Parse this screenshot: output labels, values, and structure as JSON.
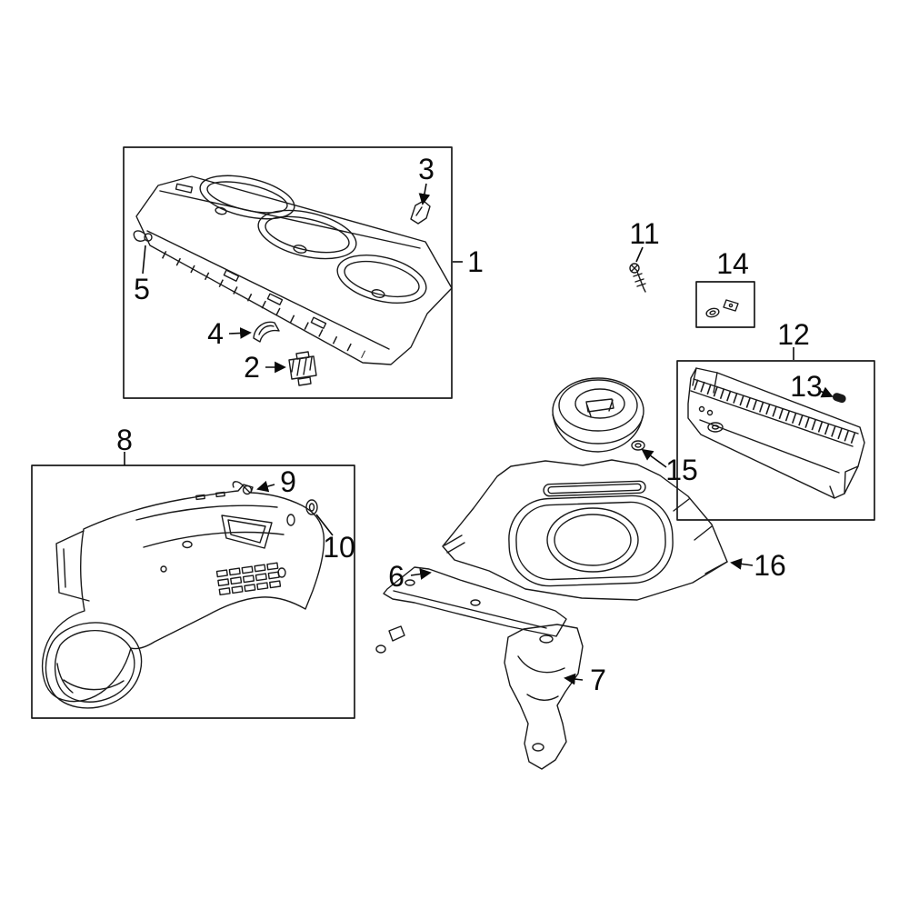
{
  "colors": {
    "background": "#ffffff",
    "line_art": "#1a1a1a"
  },
  "callouts": [
    {
      "label": "1"
    },
    {
      "label": "2"
    },
    {
      "label": "3"
    },
    {
      "label": "4"
    },
    {
      "label": "5"
    },
    {
      "label": "6"
    },
    {
      "label": "7"
    },
    {
      "label": "8"
    },
    {
      "label": "9"
    },
    {
      "label": "10"
    },
    {
      "label": "11"
    },
    {
      "label": "12"
    },
    {
      "label": "13"
    },
    {
      "label": "14"
    },
    {
      "label": "15"
    },
    {
      "label": "16"
    }
  ]
}
